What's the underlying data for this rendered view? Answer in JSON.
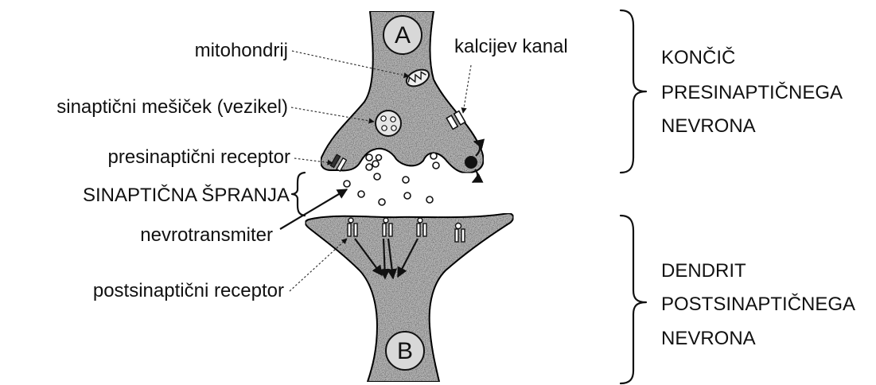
{
  "labels": {
    "mitochondrion": "mitohondrij",
    "calcium_channel": "kalcijev kanal",
    "vesicle": "sinaptični mešiček (vezikel)",
    "presynaptic_receptor": "presinaptični receptor",
    "synaptic_cleft": "SINAPTIČNA ŠPRANJA",
    "neurotransmitter": "nevrotransmiter",
    "postsynaptic_receptor": "postsinaptični receptor"
  },
  "neurons": {
    "a_letter": "A",
    "b_letter": "B"
  },
  "brackets": {
    "presynaptic": [
      "KONČIČ",
      "PRESINAPTIČNEGA",
      "NEVRONA"
    ],
    "postsynaptic": [
      "DENDRIT",
      "POSTSINAPTIČNEGA",
      "NEVRONA"
    ]
  },
  "colors": {
    "cell_fill": "#b9b9b9",
    "line": "#111111"
  }
}
